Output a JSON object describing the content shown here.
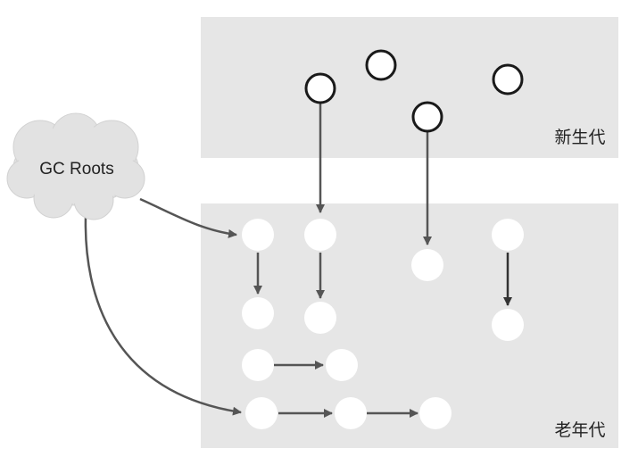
{
  "roots": {
    "label": "GC Roots"
  },
  "regions": {
    "young": {
      "label": "新生代"
    },
    "old": {
      "label": "老年代"
    }
  },
  "colors": {
    "region_fill": "#e6e6e6",
    "cloud_fill": "#e2e2e2",
    "node_fill": "#ffffff",
    "node_stroke": "#1a1a1a",
    "arrow": "#555555",
    "arrow_dark": "#333333"
  }
}
